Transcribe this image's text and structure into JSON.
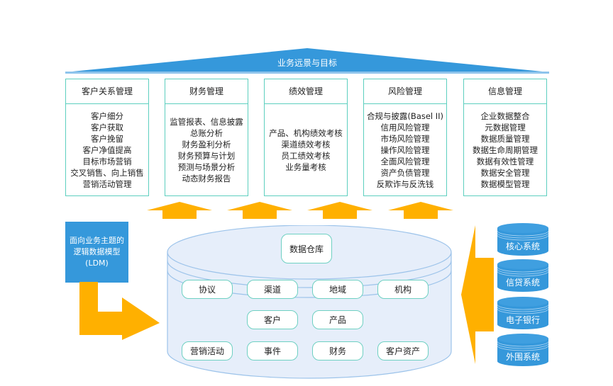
{
  "diagram": {
    "title": "业务远景与目标",
    "colors": {
      "primary_blue": "#3598db",
      "arrow_orange": "#ffb000",
      "module_border": "#5dcfbf",
      "warehouse_fill": "#e6eefa",
      "warehouse_stroke": "#9cc3ea"
    },
    "modules": [
      {
        "title": "客户关系管理",
        "items": [
          "客户细分",
          "客户获取",
          "客户挽留",
          "客户净值提高",
          "目标市场营销",
          "交叉销售、向上销售",
          "营销活动管理"
        ]
      },
      {
        "title": "财务管理",
        "items": [
          "监管报表、信息披露",
          "总账分析",
          "财务盈利分析",
          "财务预算与计划",
          "预测与场景分析",
          "动态财务报告"
        ]
      },
      {
        "title": "绩效管理",
        "items": [
          "产品、机构绩效考核",
          "渠道绩效考核",
          "员工绩效考核",
          "业务量考核"
        ]
      },
      {
        "title": "风险管理",
        "items": [
          "合规与披露(Basel II)",
          "信用风险管理",
          "市场风险管理",
          "操作风险管理",
          "全面风险管理",
          "资产负债管理",
          "反欺诈与反洗钱"
        ]
      },
      {
        "title": "信息管理",
        "items": [
          "企业数据整合",
          "元数据管理",
          "数据质量管理",
          "数据生命周期管理",
          "数据有效性管理",
          "数据安全管理",
          "数据模型管理"
        ]
      }
    ],
    "ldm_box": {
      "lines": [
        "面向业务主题的",
        "逻辑数据模型",
        "(LDM)"
      ]
    },
    "warehouse": {
      "title": "数据仓库",
      "row1": [
        "协议",
        "渠道",
        "地域",
        "机构"
      ],
      "row2": [
        "客户",
        "产品"
      ],
      "row3": [
        "营销活动",
        "事件",
        "财务",
        "客户资产"
      ]
    },
    "source_systems": [
      "核心系统",
      "信贷系统",
      "电子银行",
      "外围系统"
    ]
  }
}
